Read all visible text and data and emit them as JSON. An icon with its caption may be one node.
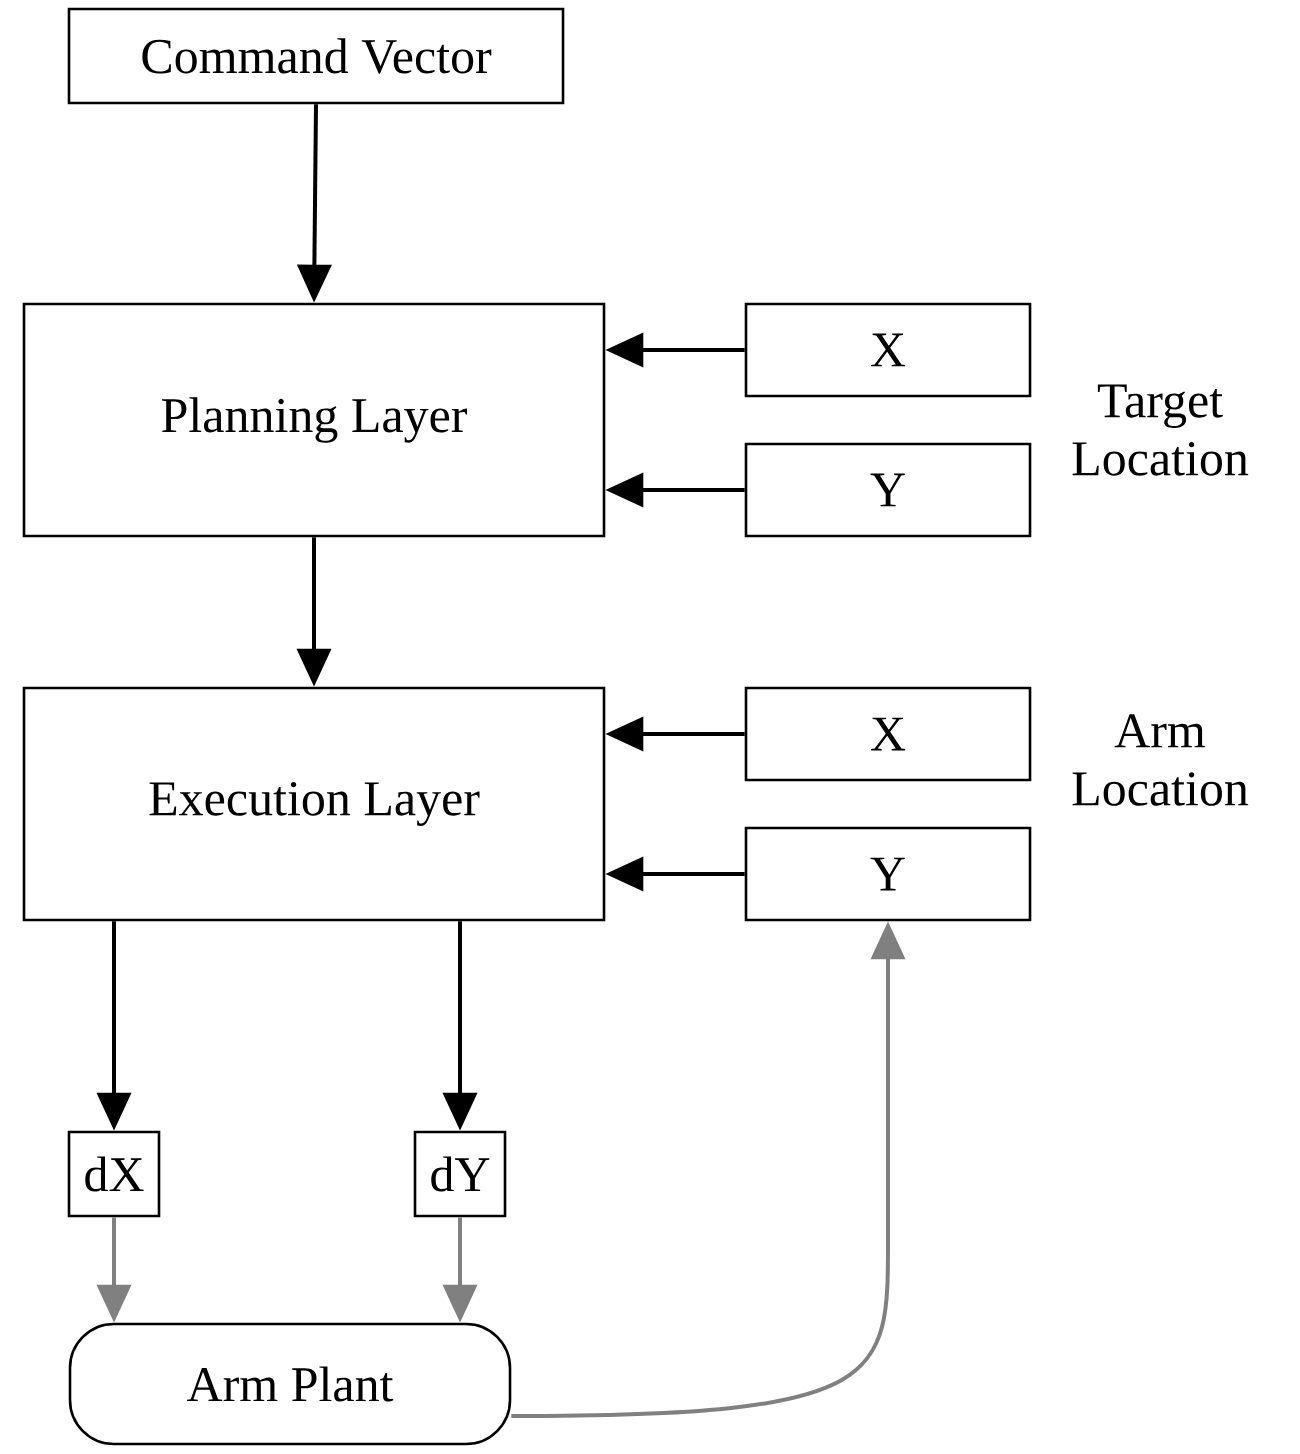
{
  "diagram": {
    "nodes": [
      {
        "text": [
          "Command Vector"
        ]
      },
      {
        "text": [
          "Planning Layer"
        ]
      },
      {
        "text": [
          "X"
        ]
      },
      {
        "text": [
          "Y"
        ]
      },
      {
        "text": [
          "Execution Layer"
        ]
      },
      {
        "text": [
          "X"
        ]
      },
      {
        "text": [
          "Y"
        ]
      },
      {
        "text": [
          "dX"
        ]
      },
      {
        "text": [
          "dY"
        ]
      },
      {
        "text": [
          "Arm Plant"
        ]
      }
    ],
    "edges": [
      {
        "from": 0,
        "to": 1,
        "arrow": "to"
      },
      {
        "from": 2,
        "to": 1,
        "arrow": "to"
      },
      {
        "from": 3,
        "to": 1,
        "arrow": "to"
      },
      {
        "from": 1,
        "to": 4,
        "arrow": "to"
      },
      {
        "from": 5,
        "to": 4,
        "arrow": "to"
      },
      {
        "from": 6,
        "to": 4,
        "arrow": "to"
      },
      {
        "from": 4,
        "to": 7,
        "arrow": "to"
      },
      {
        "from": 4,
        "to": 8,
        "arrow": "to"
      },
      {
        "from": 7,
        "to": 9,
        "arrow": "to",
        "color": "#808080"
      },
      {
        "from": 8,
        "to": 9,
        "arrow": "to",
        "color": "#808080"
      },
      {
        "from": 9,
        "to": 6,
        "arrow": "to",
        "color": "#808080"
      }
    ],
    "labels": [
      "Target Location",
      "Arm Location"
    ]
  }
}
